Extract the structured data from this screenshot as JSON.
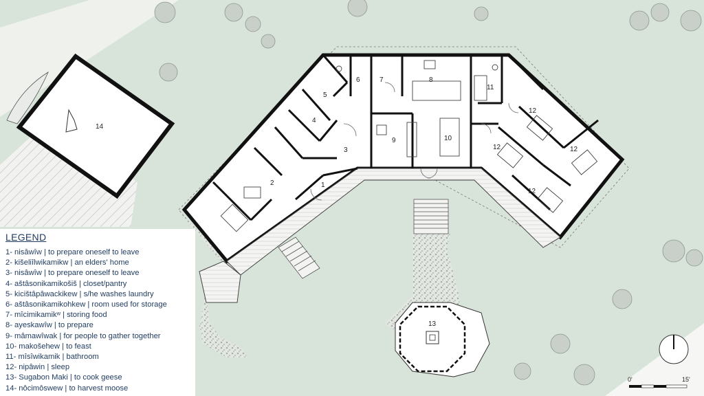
{
  "legend": {
    "title": "LEGEND",
    "items": [
      "1- nisâwîw | to prepare oneself to leave",
      "2- kišeliîlwikamikw | an elders' home",
      "3- nisâwîw | to prepare oneself to leave",
      "4- aštâsonikamikošiš | closet/pantry",
      "5- kicištâpâwackikew | s/he washes laundry",
      "6- aštâsonikamikohkew | room used for storage",
      "7- mîcimikamikʷ | storing food",
      "8- ayeskawîw | to prepare",
      "9- mâmawîwak | for people to gather together",
      "10- makošehew | to feast",
      "11- mîsîwikamik | bathroom",
      "12- nipâwin | sleep",
      "13- Sugabon Maki | to cook geese",
      "14- nôcimôswew | to harvest moose"
    ]
  },
  "rooms": {
    "r1": "1",
    "r2": "2",
    "r3": "3",
    "r4": "4",
    "r5": "5",
    "r6": "6",
    "r7": "7",
    "r8": "8",
    "r9": "9",
    "r10": "10",
    "r11": "11",
    "r12a": "12",
    "r12b": "12",
    "r12c": "12",
    "r12d": "12",
    "r13": "13",
    "r14": "14"
  },
  "scale": {
    "start": "0'",
    "end": "15'"
  },
  "colors": {
    "ground": "#d8e3d9",
    "wall": "#111111",
    "path": "#f1f3f0",
    "gravel": "#bfc4bf"
  }
}
